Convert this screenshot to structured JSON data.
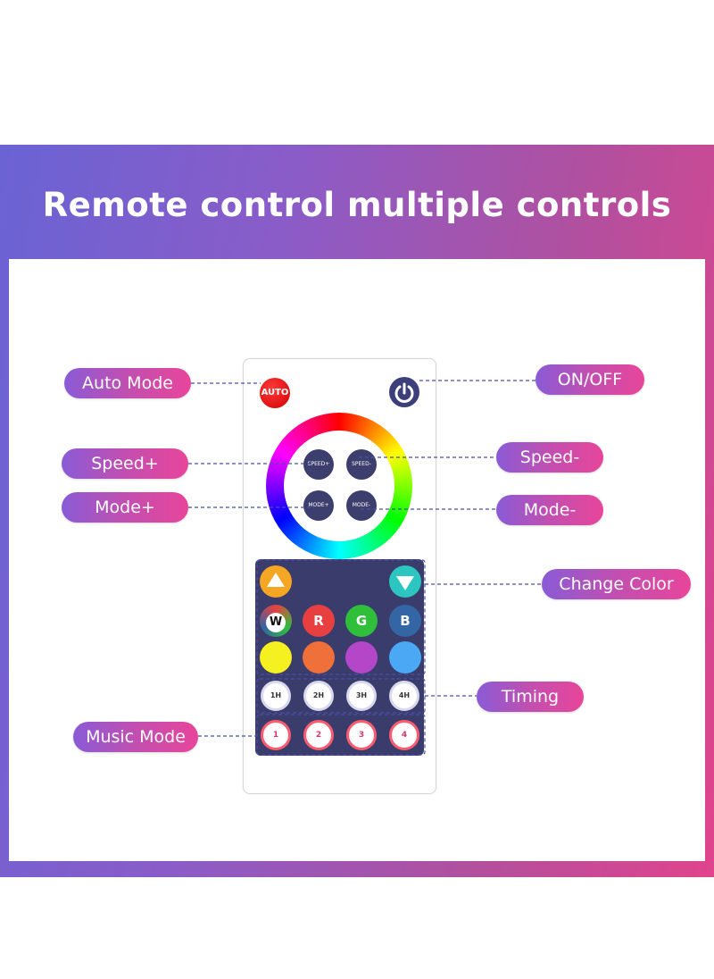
{
  "title": "Remote control multiple controls",
  "labels": {
    "auto_mode": "Auto Mode",
    "on_off": "ON/OFF",
    "speed_plus": "Speed+",
    "speed_minus": "Speed-",
    "mode_plus": "Mode+",
    "mode_minus": "Mode-",
    "change_color": "Change Color",
    "timing": "Timing",
    "music_mode": "Music Mode"
  },
  "remote": {
    "auto_text": "AUTO",
    "speed_plus_text": "SPEED+",
    "speed_minus_text": "SPEED-",
    "mode_plus_text": "MODE+",
    "mode_minus_text": "MODE-",
    "color_letters": [
      "W",
      "R",
      "G",
      "B"
    ],
    "timers": [
      "1H",
      "2H",
      "3H",
      "4H"
    ],
    "music": [
      "1",
      "2",
      "3",
      "4"
    ]
  },
  "colors": {
    "banner_start": "#6a63d4",
    "banner_end": "#e0448c",
    "label_gradient": [
      "#8a5bd6",
      "#c24fb0",
      "#e8459a"
    ],
    "remote_pad": "#3a3c6b",
    "color_keys": [
      "#2a2a2a",
      "#e84040",
      "#2fbf3a",
      "#3465a4",
      "#f5f020",
      "#f0703a",
      "#b347c7",
      "#4aa8f5"
    ]
  },
  "icons": [
    "power-icon",
    "arrow-up-icon",
    "arrow-down-icon",
    "timer-icon",
    "music-icon"
  ]
}
